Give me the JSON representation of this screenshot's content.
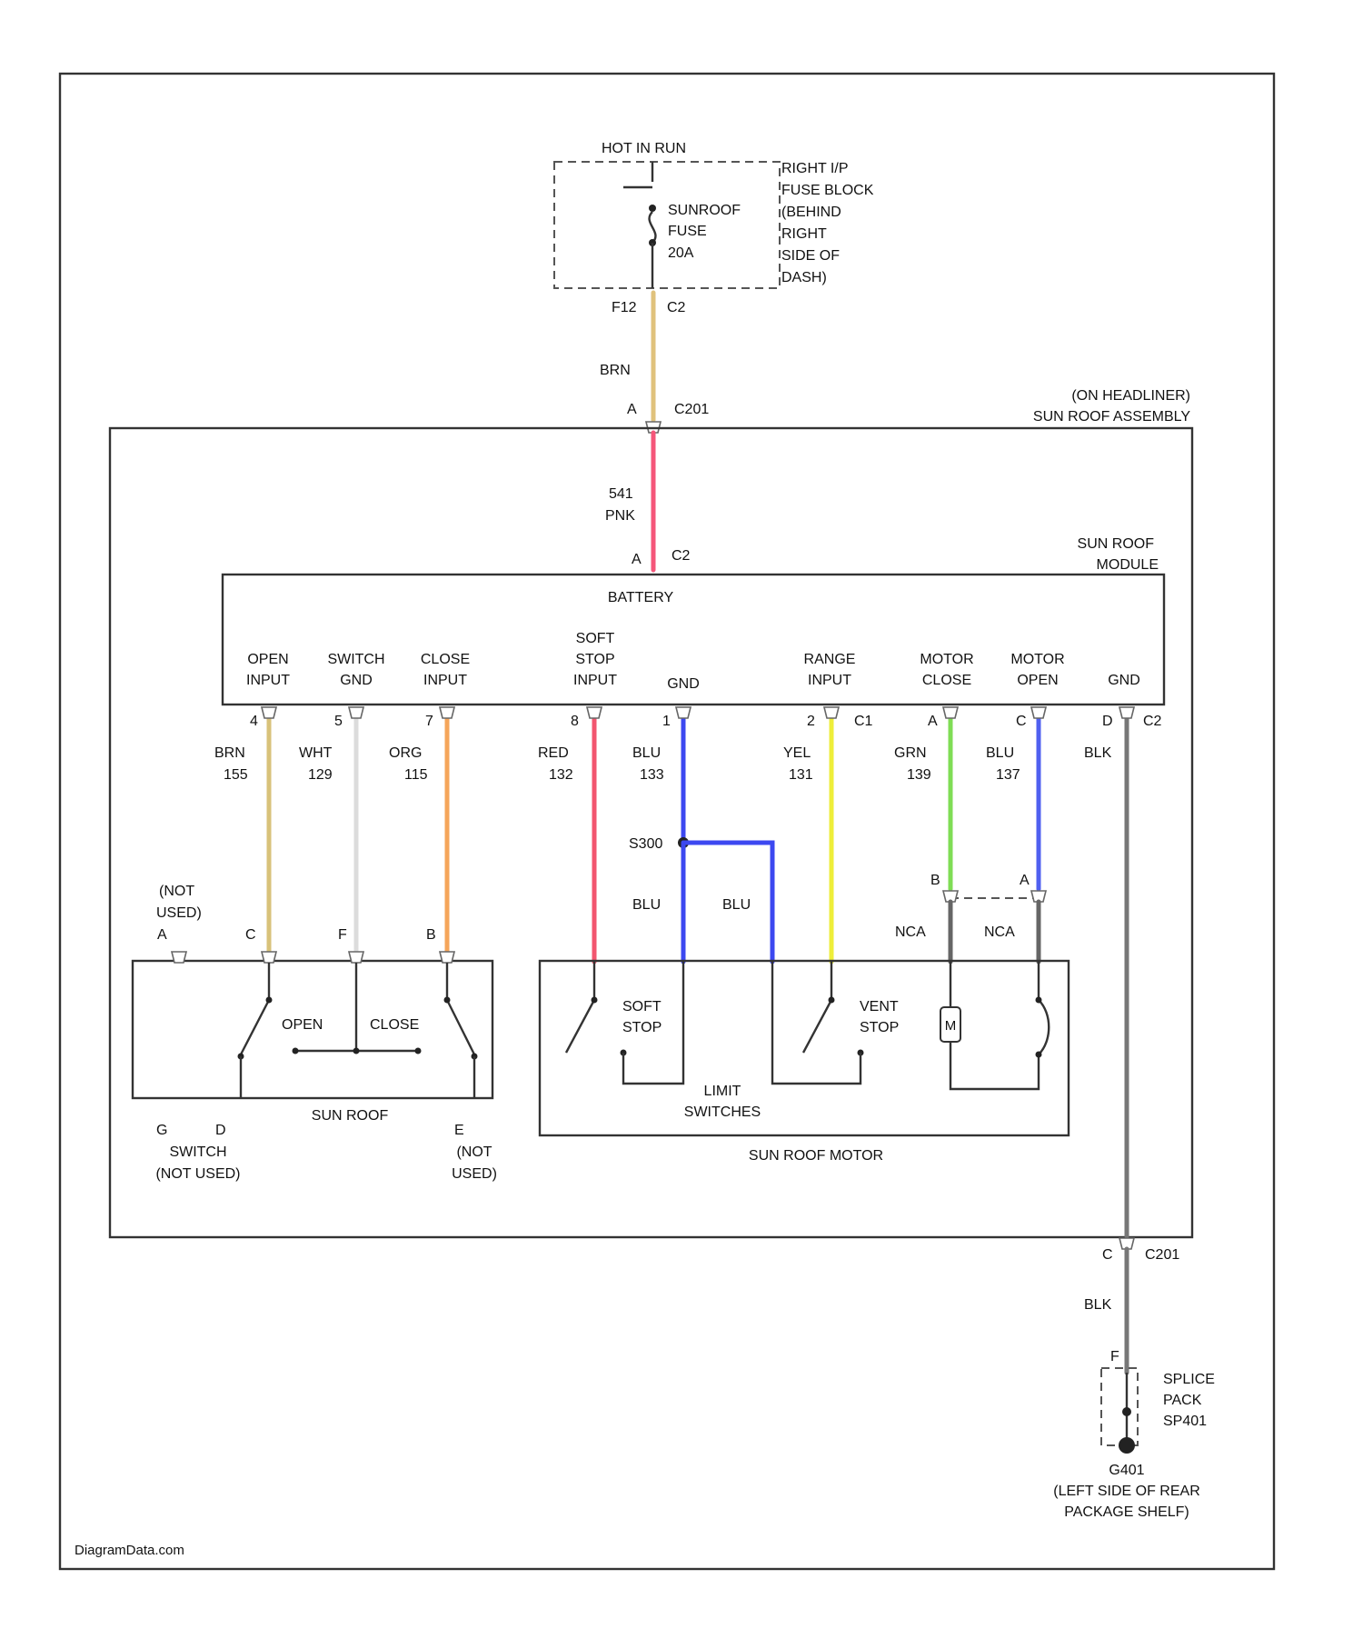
{
  "fuse_block": {
    "hot_label": "HOT IN RUN",
    "fuse_name": "SUNROOF",
    "fuse_label": "FUSE",
    "fuse_rating": "20A",
    "location": [
      "RIGHT I/P",
      "FUSE BLOCK",
      "(BEHIND",
      "RIGHT",
      "SIDE OF",
      "DASH)"
    ],
    "pin": "F12",
    "connector": "C2"
  },
  "wire_brn_top": "BRN",
  "c201_top": {
    "pin": "A",
    "connector": "C201"
  },
  "headliner": {
    "line1": "(ON HEADLINER)",
    "line2": "SUN ROOF ASSEMBLY"
  },
  "wire_pnk": {
    "circuit": "541",
    "color": "PNK"
  },
  "module_c2": {
    "pin": "A",
    "connector": "C2"
  },
  "module": {
    "name_line1": "SUN ROOF",
    "name_line2": "MODULE",
    "battery": "BATTERY",
    "terminals": [
      {
        "line1": "OPEN",
        "line2": "INPUT",
        "pin": "4"
      },
      {
        "line1": "SWITCH",
        "line2": "GND",
        "pin": "5"
      },
      {
        "line1": "CLOSE",
        "line2": "INPUT",
        "pin": "7"
      },
      {
        "line1": "SOFT",
        "line2": "STOP",
        "line3": "INPUT",
        "pin": "8"
      },
      {
        "line1": "GND",
        "pin": "1"
      },
      {
        "line1": "RANGE",
        "line2": "INPUT",
        "pin": "2"
      },
      {
        "line1": "MOTOR",
        "line2": "CLOSE",
        "pin": "A"
      },
      {
        "line1": "MOTOR",
        "line2": "OPEN",
        "pin": "C"
      },
      {
        "line1": "GND",
        "pin": "D"
      }
    ],
    "c1": "C1",
    "c2": "C2"
  },
  "wires": [
    {
      "color_name": "BRN",
      "circuit": "155",
      "hex": "#d8c27a"
    },
    {
      "color_name": "WHT",
      "circuit": "129",
      "hex": "#dcdcdc"
    },
    {
      "color_name": "ORG",
      "circuit": "115",
      "hex": "#f5a55a"
    },
    {
      "color_name": "RED",
      "circuit": "132",
      "hex": "#f2566f"
    },
    {
      "color_name": "BLU",
      "circuit": "133",
      "hex": "#3c48f0"
    },
    {
      "color_name": "YEL",
      "circuit": "131",
      "hex": "#eeee3a"
    },
    {
      "color_name": "GRN",
      "circuit": "139",
      "hex": "#7fdd55"
    },
    {
      "color_name": "BLU",
      "circuit": "137",
      "hex": "#5060f0"
    },
    {
      "color_name": "BLK",
      "hex": "#777777"
    }
  ],
  "colors": {
    "brn": "#e0c27c",
    "pnk": "#f5567a",
    "blk": "#777777",
    "blu": "#3c48f0"
  },
  "splice_s300": "S300",
  "blu_branch_left": "BLU",
  "blu_branch_right": "BLU",
  "motor_pins": {
    "b": "B",
    "a": "A",
    "nca_left": "NCA",
    "nca_right": "NCA",
    "motor_symbol": "M"
  },
  "switch": {
    "not_used": [
      "(NOT",
      "USED)"
    ],
    "pin_a": "A",
    "pin_c": "C",
    "pin_f": "F",
    "pin_b": "B",
    "open": "OPEN",
    "close": "CLOSE",
    "name": "SUN ROOF",
    "bottom_pins": {
      "g": "G",
      "d": "D"
    },
    "switch_label": [
      "SWITCH",
      "(NOT USED)"
    ],
    "pin_e": "E",
    "pin_e_not_used": [
      "(NOT",
      "USED)"
    ]
  },
  "motor_assembly": {
    "soft_stop": [
      "SOFT",
      "STOP"
    ],
    "vent_stop": [
      "VENT",
      "STOP"
    ],
    "limit_switches": [
      "LIMIT",
      "SWITCHES"
    ],
    "name": "SUN ROOF MOTOR"
  },
  "c201_bottom": {
    "pin": "C",
    "connector": "C201"
  },
  "wire_blk_bottom": "BLK",
  "splice_pack": {
    "pin": "F",
    "lines": [
      "SPLICE",
      "PACK",
      "SP401"
    ]
  },
  "ground": {
    "name": "G401",
    "location": [
      "(LEFT SIDE OF REAR",
      "PACKAGE SHELF)"
    ]
  },
  "watermark": "DiagramData.com"
}
